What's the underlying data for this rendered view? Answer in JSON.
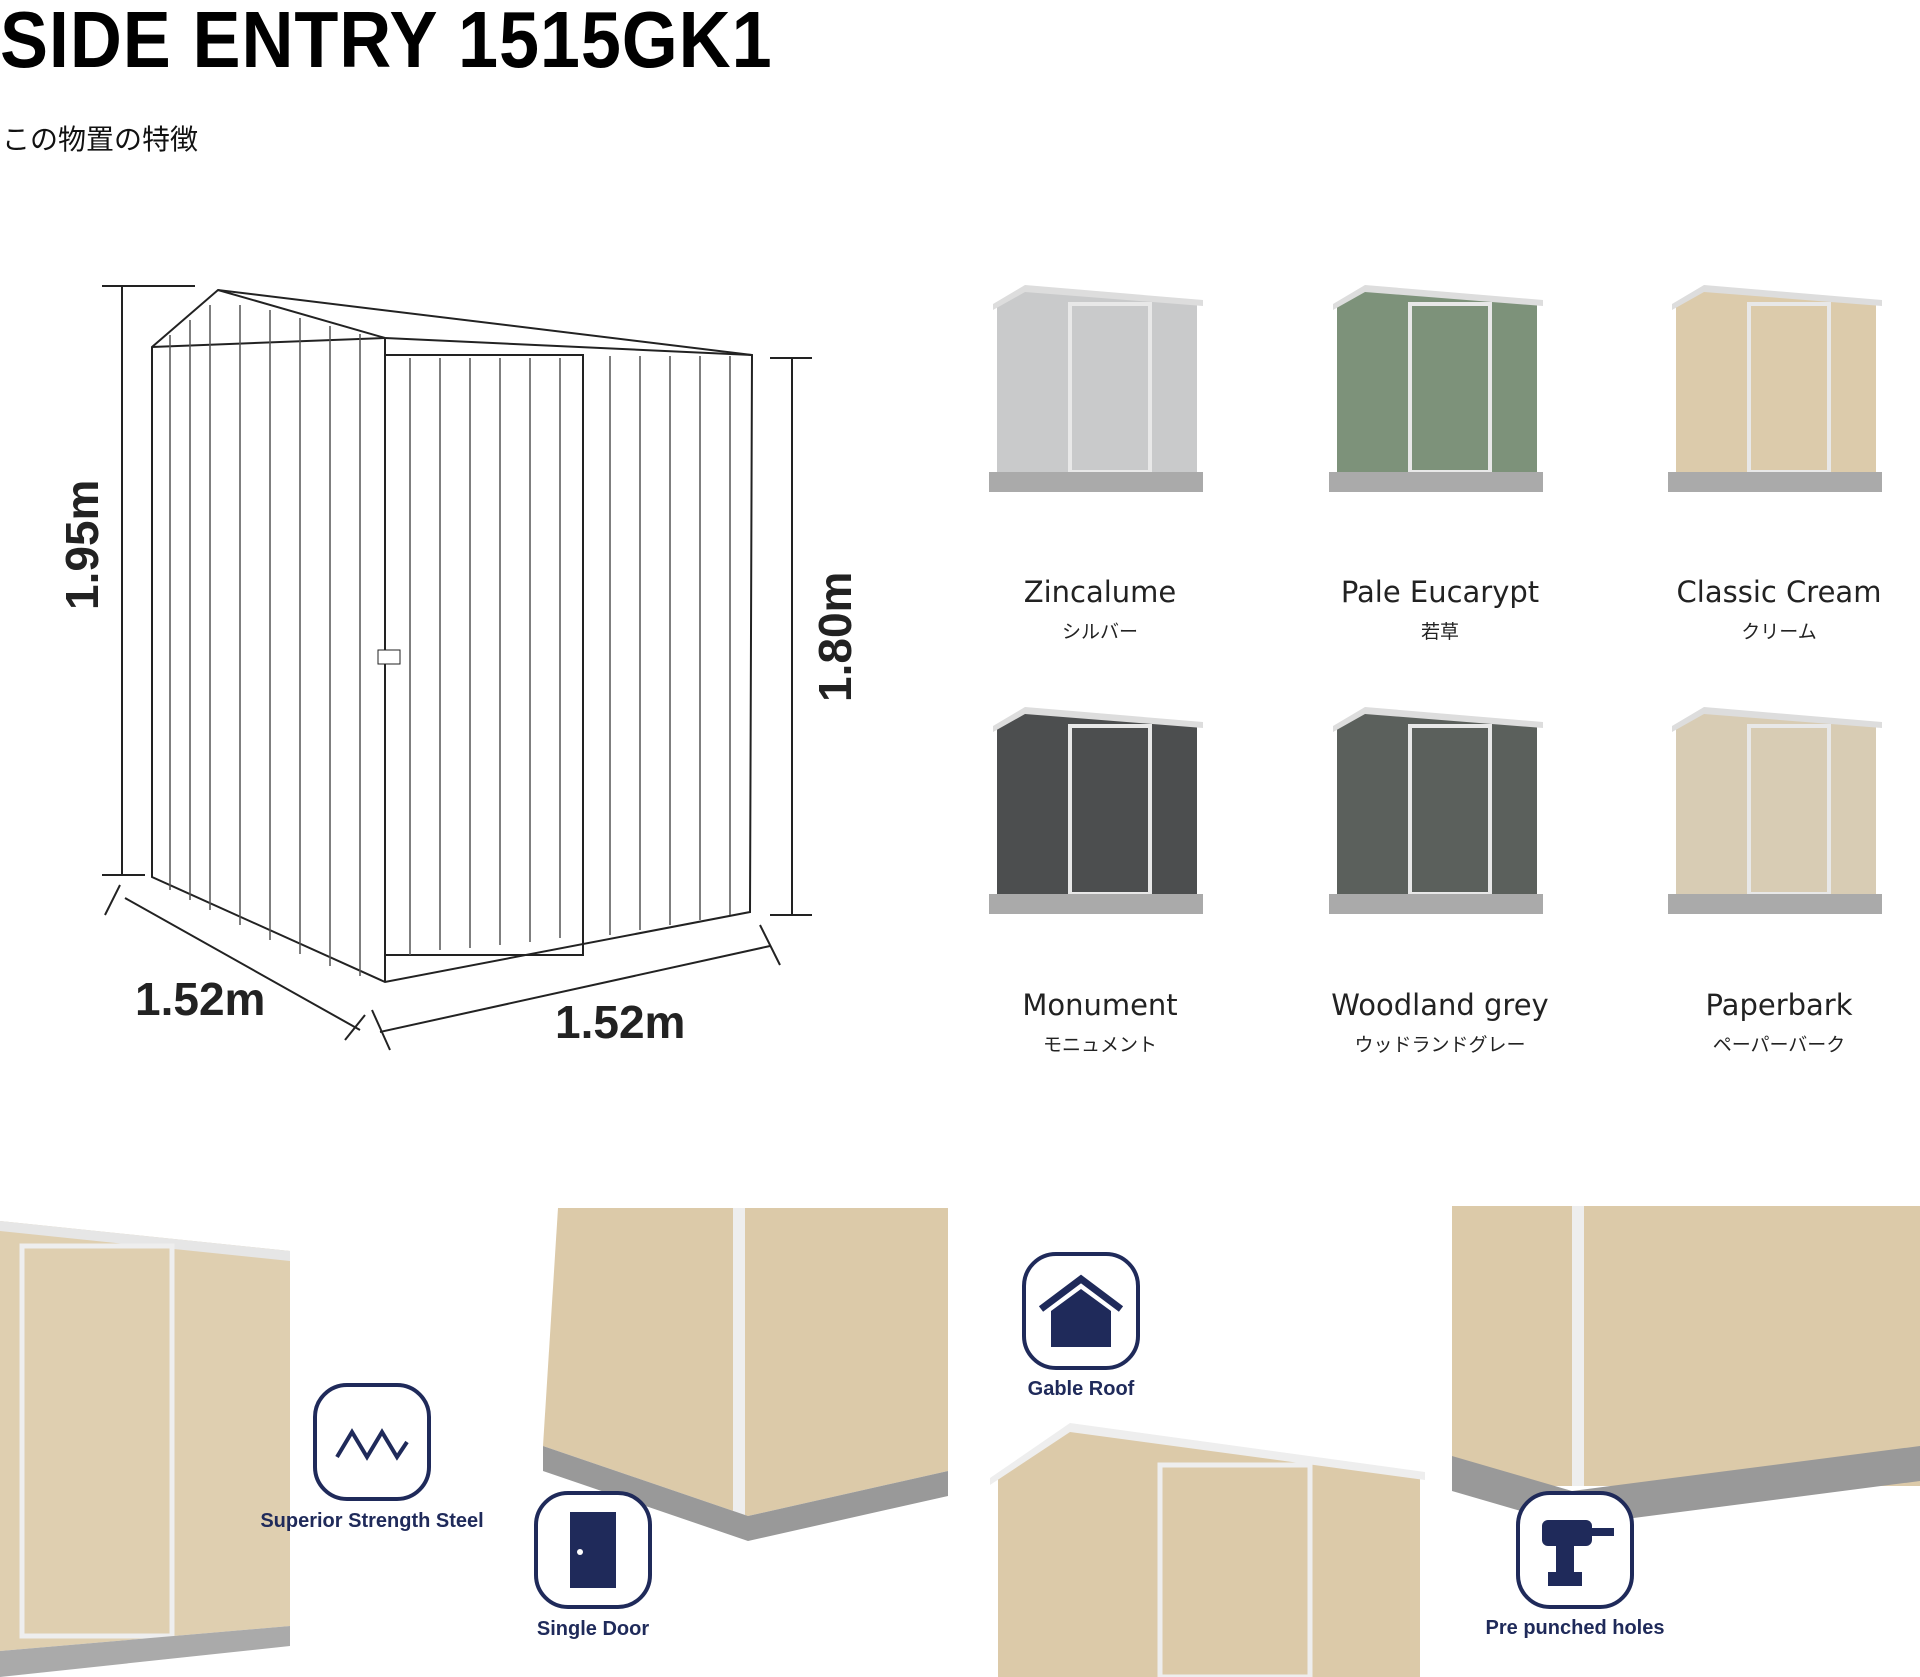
{
  "header": {
    "title": "SIDE ENTRY 1515GK1",
    "subtitle": "この物置の特徴"
  },
  "dimensions": {
    "height_total": "1.95m",
    "height_wall": "1.80m",
    "depth": "1.52m",
    "width": "1.52m"
  },
  "colors": [
    {
      "name": "Zincalume",
      "jp": "シルバー",
      "hex": "#c9cacb"
    },
    {
      "name": "Pale Eucarypt",
      "jp": "若草",
      "hex": "#7d927a"
    },
    {
      "name": "Classic Cream",
      "jp": "クリーム",
      "hex": "#dccbab"
    },
    {
      "name": "Monument",
      "jp": "モニュメント",
      "hex": "#4c4e4f"
    },
    {
      "name": "Woodland grey",
      "jp": "ウッドランドグレー",
      "hex": "#5b605c"
    },
    {
      "name": "Paperbark",
      "jp": "ペーパーバーク",
      "hex": "#d8ccb4"
    }
  ],
  "features": [
    {
      "label": "Superior Strength Steel",
      "icon": "corrugated-steel-icon"
    },
    {
      "label": "Single Door",
      "icon": "door-icon"
    },
    {
      "label": "Gable Roof",
      "icon": "house-roof-icon"
    },
    {
      "label": "Pre punched holes",
      "icon": "drill-icon"
    }
  ],
  "accent": "#1f2a5a"
}
